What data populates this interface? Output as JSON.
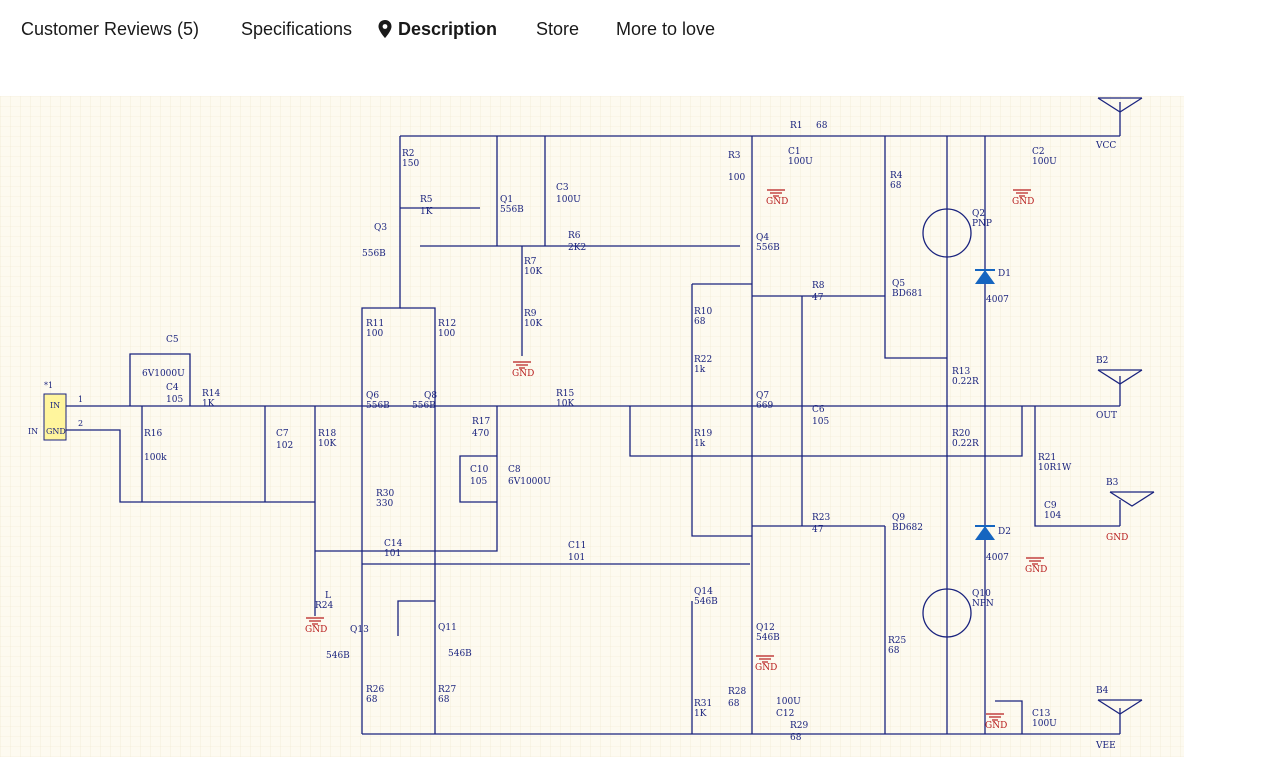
{
  "tabs": [
    {
      "label": "Customer Reviews (5)",
      "active": false
    },
    {
      "label": "Specifications",
      "active": false
    },
    {
      "label": "Description",
      "active": true,
      "icon": "location-pin-icon"
    },
    {
      "label": "Store",
      "active": false
    },
    {
      "label": "More to love",
      "active": false
    }
  ],
  "schematic": {
    "connector": {
      "ref": "*1",
      "pin1": "IN",
      "pin2": "GND",
      "side_label": "IN",
      "pin_numbers": [
        "1",
        "2"
      ]
    },
    "nets": {
      "vcc": "VCC",
      "vee": "VEE",
      "out": "OUT",
      "gnd": "GND"
    },
    "antennas": [
      "B2",
      "B3",
      "B4"
    ],
    "resistors": [
      {
        "ref": "R1",
        "value": "68"
      },
      {
        "ref": "R2",
        "value": "150"
      },
      {
        "ref": "R3",
        "value": "100"
      },
      {
        "ref": "R4",
        "value": "68"
      },
      {
        "ref": "R5",
        "value": "1K"
      },
      {
        "ref": "R6",
        "value": "2K2"
      },
      {
        "ref": "R7",
        "value": "10K"
      },
      {
        "ref": "R8",
        "value": "47"
      },
      {
        "ref": "R9",
        "value": "10K"
      },
      {
        "ref": "R10",
        "value": "68"
      },
      {
        "ref": "R11",
        "value": "100"
      },
      {
        "ref": "R12",
        "value": "100"
      },
      {
        "ref": "R13",
        "value": "0.22R"
      },
      {
        "ref": "R14",
        "value": "1K"
      },
      {
        "ref": "R15",
        "value": "10K"
      },
      {
        "ref": "R16",
        "value": "100k"
      },
      {
        "ref": "R17",
        "value": "470"
      },
      {
        "ref": "R18",
        "value": "10K"
      },
      {
        "ref": "R19",
        "value": "1k"
      },
      {
        "ref": "R20",
        "value": "0.22R"
      },
      {
        "ref": "R21",
        "value": "10R1W"
      },
      {
        "ref": "R22",
        "value": "1k"
      },
      {
        "ref": "R23",
        "value": "47"
      },
      {
        "ref": "R24",
        "value": "L"
      },
      {
        "ref": "R25",
        "value": "68"
      },
      {
        "ref": "R26",
        "value": "68"
      },
      {
        "ref": "R27",
        "value": "68"
      },
      {
        "ref": "R28",
        "value": "68"
      },
      {
        "ref": "R29",
        "value": "68"
      },
      {
        "ref": "R30",
        "value": "330"
      },
      {
        "ref": "R31",
        "value": "1K"
      }
    ],
    "capacitors": [
      {
        "ref": "C1",
        "value": "100U"
      },
      {
        "ref": "C2",
        "value": "100U"
      },
      {
        "ref": "C3",
        "value": "100U"
      },
      {
        "ref": "C4",
        "value": "105"
      },
      {
        "ref": "C5",
        "value": "6V1000U"
      },
      {
        "ref": "C6",
        "value": "105"
      },
      {
        "ref": "C7",
        "value": "102"
      },
      {
        "ref": "C8",
        "value": "6V1000U"
      },
      {
        "ref": "C9",
        "value": "104"
      },
      {
        "ref": "C10",
        "value": "105"
      },
      {
        "ref": "C11",
        "value": "101"
      },
      {
        "ref": "C12",
        "value": "100U"
      },
      {
        "ref": "C13",
        "value": "100U"
      },
      {
        "ref": "C14",
        "value": "101"
      }
    ],
    "transistors": [
      {
        "ref": "Q1",
        "value": "556B"
      },
      {
        "ref": "Q2",
        "value": "PNP"
      },
      {
        "ref": "Q3",
        "value": "556B"
      },
      {
        "ref": "Q4",
        "value": "556B"
      },
      {
        "ref": "Q5",
        "value": "BD681"
      },
      {
        "ref": "Q6",
        "value": "556B"
      },
      {
        "ref": "Q7",
        "value": "669"
      },
      {
        "ref": "Q8",
        "value": "556B"
      },
      {
        "ref": "Q9",
        "value": "BD682"
      },
      {
        "ref": "Q10",
        "value": "NPN"
      },
      {
        "ref": "Q11",
        "value": "546B"
      },
      {
        "ref": "Q12",
        "value": "546B"
      },
      {
        "ref": "Q13",
        "value": "546B"
      },
      {
        "ref": "Q14",
        "value": "546B"
      }
    ],
    "diodes": [
      {
        "ref": "D1",
        "value": "4007"
      },
      {
        "ref": "D2",
        "value": "4007"
      }
    ],
    "colors": {
      "background": "#fdfaf0",
      "grid": "#efe6cc",
      "wire": "#1a237e",
      "resistor": "#b71c1c",
      "diode": "#1565c0",
      "connector": "#fff59d"
    }
  }
}
